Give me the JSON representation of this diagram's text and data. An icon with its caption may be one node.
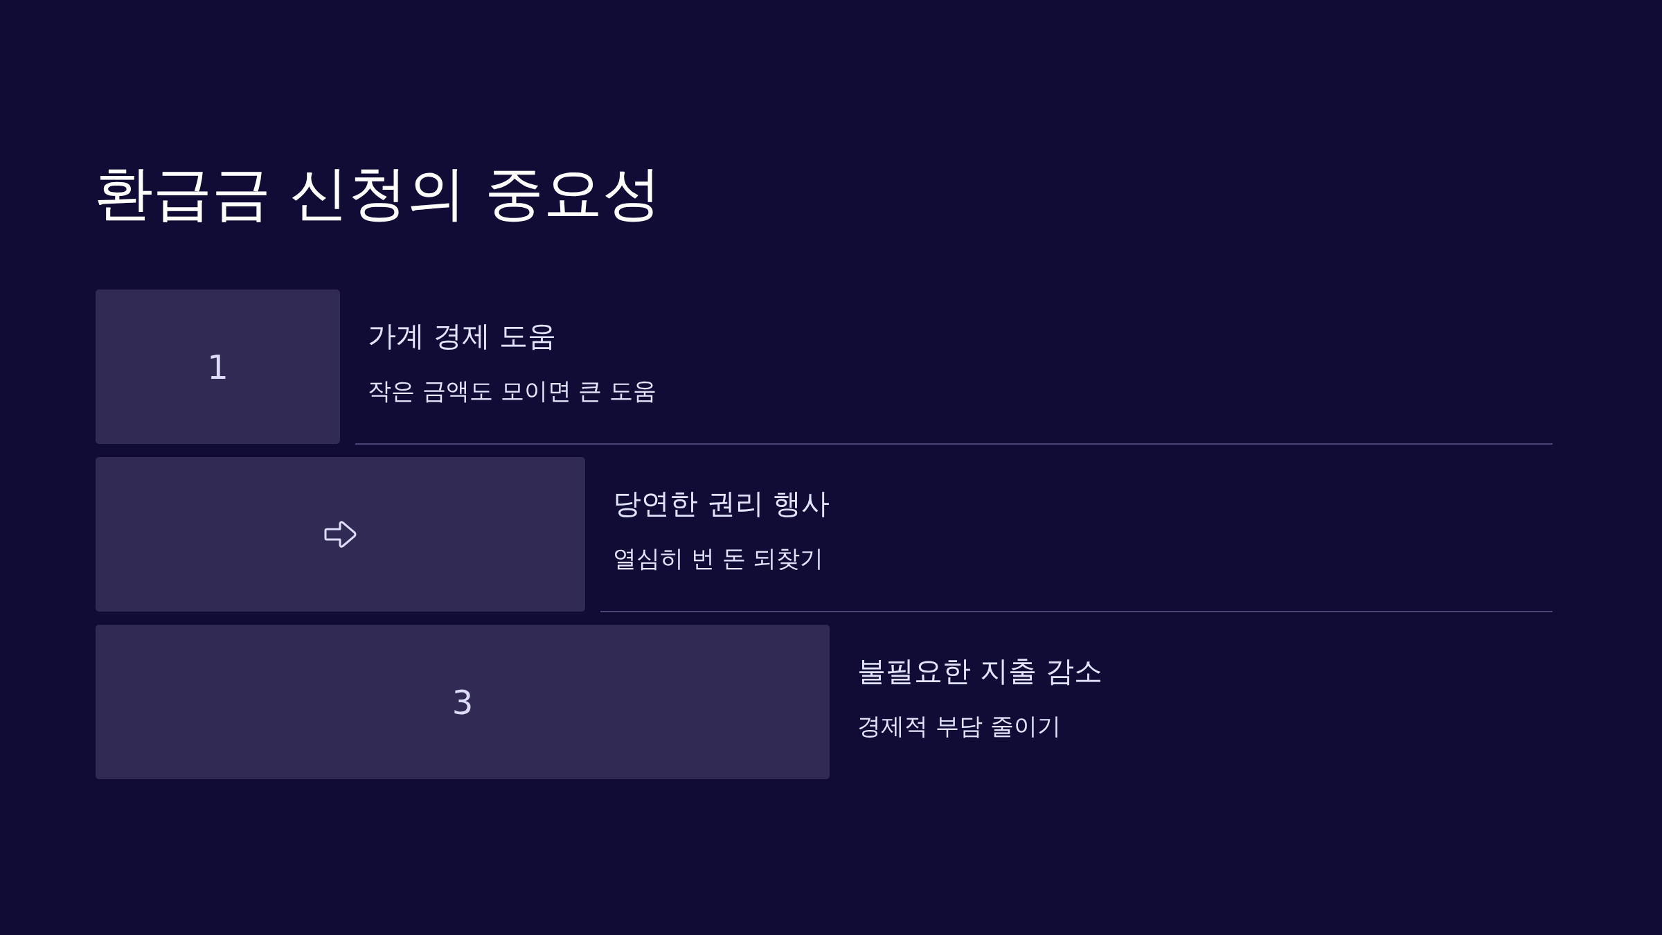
{
  "diagram": {
    "title": "환급금 신청의 중요성",
    "nodes": [
      {
        "text": [
          "1"
        ],
        "beside": [
          "가계 경제 도움",
          "작은 금액도 모이면 큰 도움"
        ]
      },
      {
        "text": [],
        "shape": "box",
        "beside": [
          "당연한 권리 행사",
          "열심히 번 돈 되찾기"
        ]
      },
      {
        "text": [
          "3"
        ],
        "beside": [
          "불필요한 지출 감소",
          "경제적 부담 줄이기"
        ]
      }
    ],
    "edges": []
  }
}
